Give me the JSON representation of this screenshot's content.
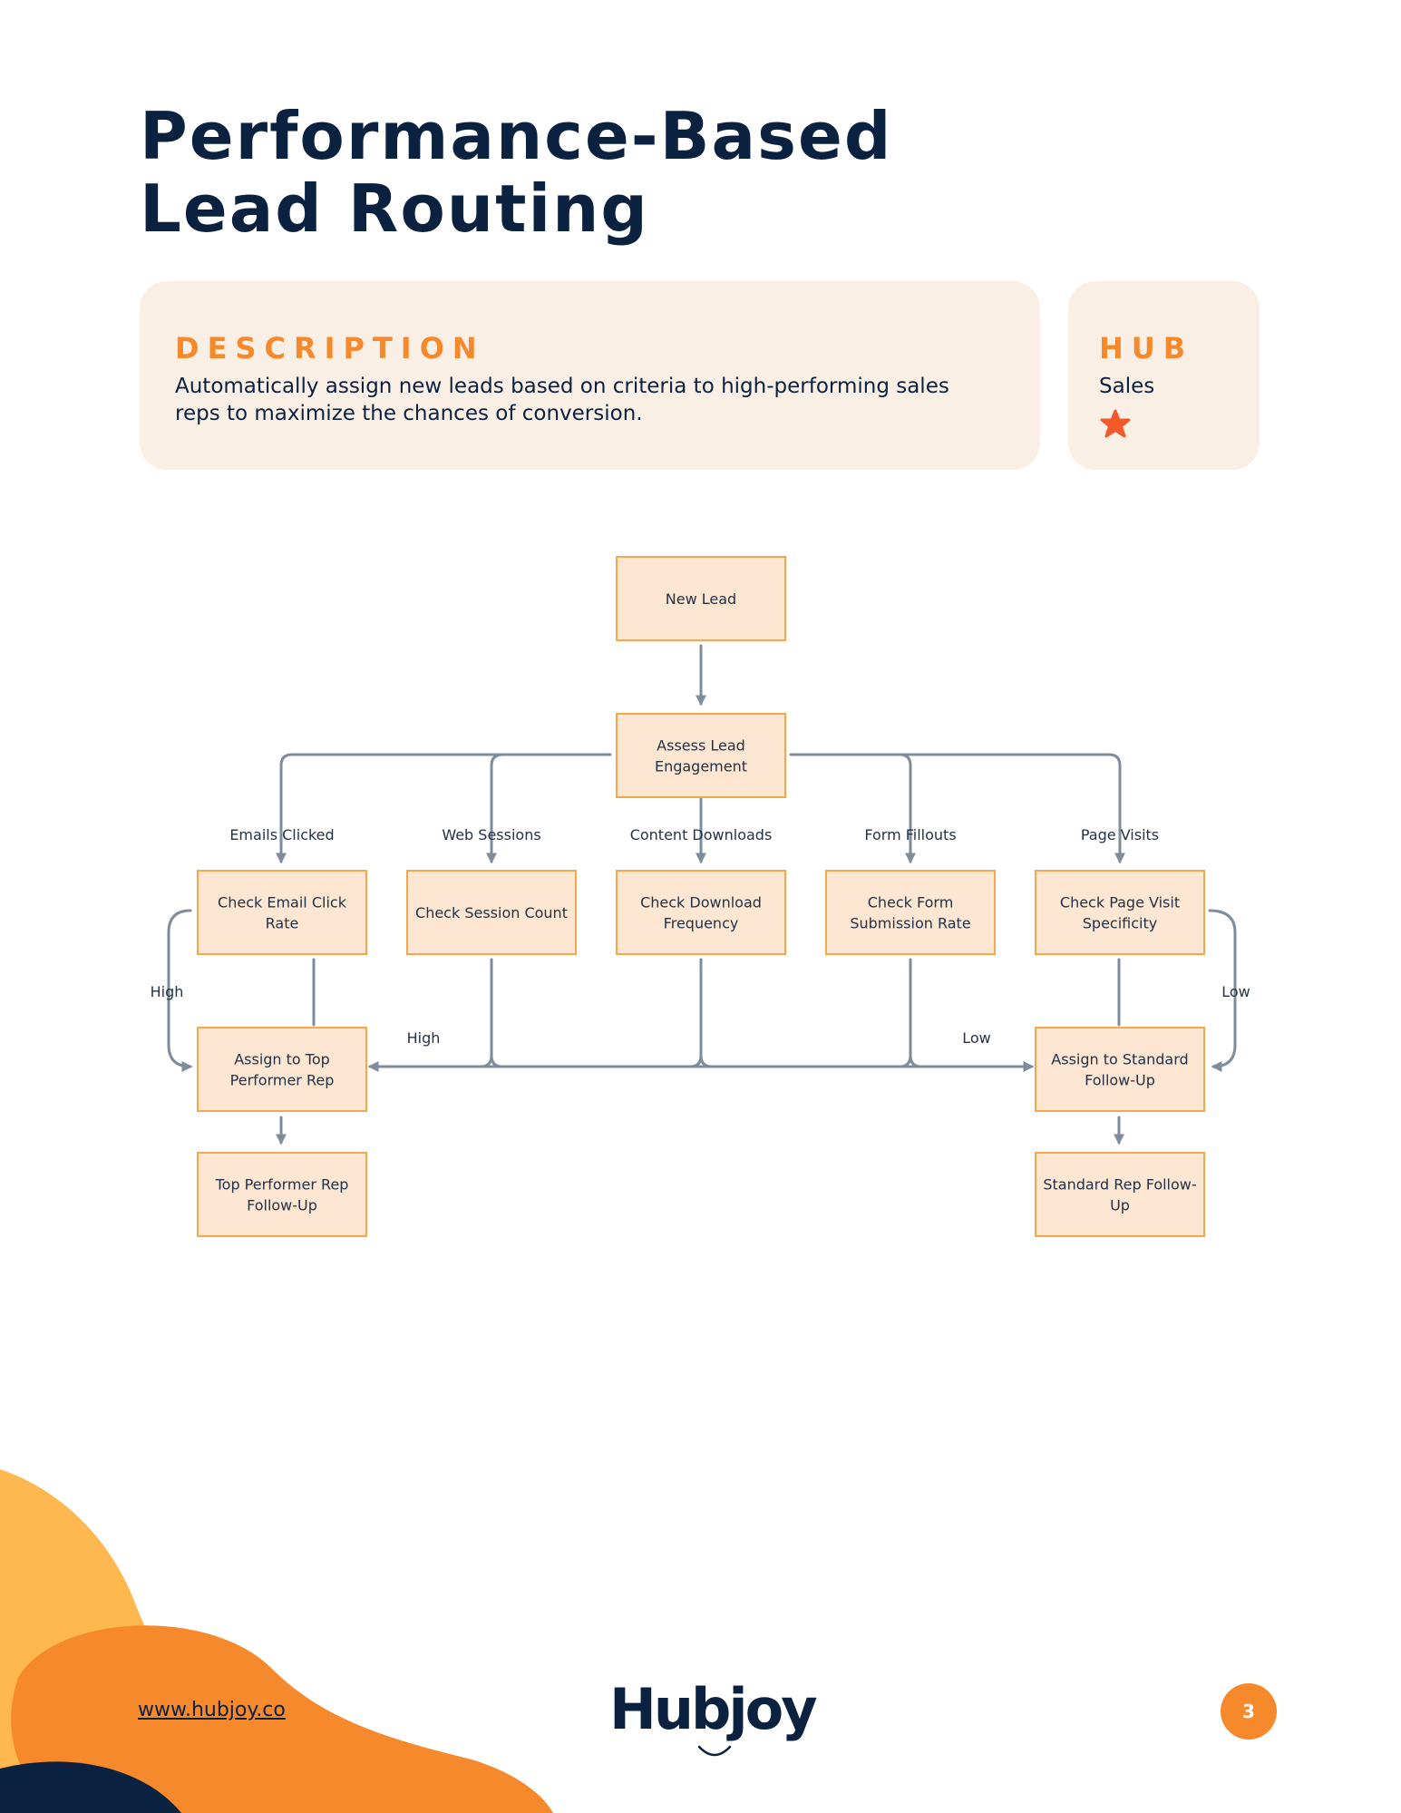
{
  "title": "Performance-Based Lead Routing",
  "description": {
    "heading": "DESCRIPTION",
    "text": "Automatically assign new leads based on criteria to high-performing sales reps to maximize the chances of conversion."
  },
  "hub": {
    "heading": "HUB",
    "value": "Sales",
    "icon": "sales-star-icon",
    "icon_color": "#f25a2a"
  },
  "colors": {
    "navy": "#0b2140",
    "orange": "#f7892d",
    "card_bg": "#f9efe4",
    "node_fill": "#fde6d2",
    "node_border": "#f7a64b",
    "connector": "#7e8c9b"
  },
  "diagram": {
    "nodes": [
      {
        "id": "new_lead",
        "lines": [
          "New Lead"
        ]
      },
      {
        "id": "assess",
        "lines": [
          "Assess Lead",
          "Engagement"
        ]
      },
      {
        "id": "email_rate",
        "lines": [
          "Check Email Click",
          "Rate"
        ]
      },
      {
        "id": "session",
        "lines": [
          "Check Session Count"
        ]
      },
      {
        "id": "download",
        "lines": [
          "Check Download",
          "Frequency"
        ]
      },
      {
        "id": "form",
        "lines": [
          "Check Form",
          "Submission Rate"
        ]
      },
      {
        "id": "page_visit",
        "lines": [
          "Check Page Visit",
          "Specificity"
        ]
      },
      {
        "id": "assign_top",
        "lines": [
          "Assign to Top",
          "Performer Rep"
        ]
      },
      {
        "id": "assign_std",
        "lines": [
          "Assign to Standard",
          "Follow-Up"
        ]
      },
      {
        "id": "top_followup",
        "lines": [
          "Top Performer Rep",
          "Follow-Up"
        ]
      },
      {
        "id": "std_followup",
        "lines": [
          "Standard Rep Follow-",
          "Up"
        ]
      }
    ],
    "edge_labels": {
      "emails": "Emails Clicked",
      "web": "Web Sessions",
      "content": "Content Downloads",
      "form": "Form Fillouts",
      "page": "Page Visits",
      "high_left": "High",
      "high_mid": "High",
      "low_mid": "Low",
      "low_right": "Low"
    }
  },
  "footer": {
    "website": "www.hubjoy.co",
    "logo_text": "Hubjoy",
    "page_number": "3"
  }
}
